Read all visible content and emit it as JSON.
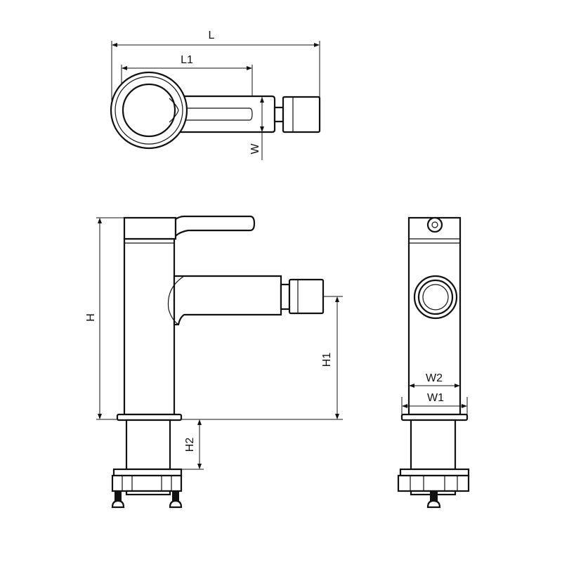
{
  "drawing": {
    "title": "Bidet faucet dimension drawing",
    "views": [
      "top-view",
      "front-view",
      "side-view"
    ],
    "dimensions": {
      "L": "L",
      "L1": "L1",
      "W": "W",
      "H": "H",
      "H1": "H1",
      "H2": "H2",
      "W1": "W1",
      "W2": "W2"
    },
    "line_color": "#111111",
    "background": "#ffffff"
  }
}
